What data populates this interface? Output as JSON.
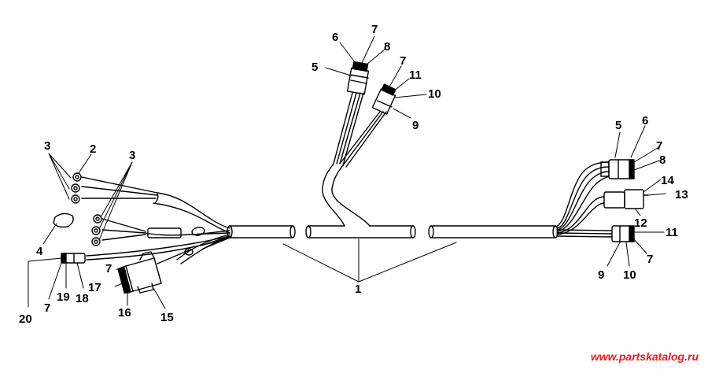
{
  "diagram": {
    "watermark": "www.partskatalog.ru",
    "watermark_color": "#e02020",
    "line_color": "#000000",
    "background": "#ffffff",
    "callouts": {
      "c_3a": "3",
      "c_2": "2",
      "c_3b": "3",
      "c_4": "4",
      "c_20": "20",
      "c_7a": "7",
      "c_19": "19",
      "c_18": "18",
      "c_17": "17",
      "c_7b": "7",
      "c_16": "16",
      "c_15": "15",
      "c_1": "1",
      "c_6a": "6",
      "c_7c": "7",
      "c_8a": "8",
      "c_5a": "5",
      "c_7d": "7",
      "c_11a": "11",
      "c_10a": "10",
      "c_9a": "9",
      "c_5b": "5",
      "c_6b": "6",
      "c_7e": "7",
      "c_8b": "8",
      "c_14": "14",
      "c_13": "13",
      "c_12": "12",
      "c_11b": "11",
      "c_7f": "7",
      "c_9b": "9",
      "c_10b": "10"
    }
  }
}
